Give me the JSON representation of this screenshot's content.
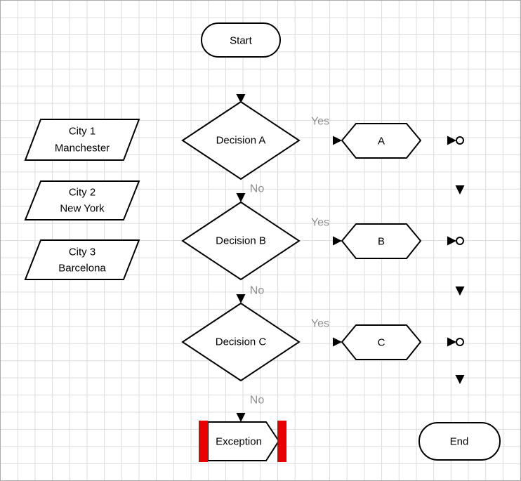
{
  "diagram": {
    "nodes": {
      "start": {
        "label": "Start"
      },
      "city1": {
        "line1": "City 1",
        "line2": "Manchester"
      },
      "city2": {
        "line1": "City 2",
        "line2": "New York"
      },
      "city3": {
        "line1": "City 3",
        "line2": "Barcelona"
      },
      "decision_a": {
        "label": "Decision A"
      },
      "decision_b": {
        "label": "Decision B"
      },
      "decision_c": {
        "label": "Decision C"
      },
      "result_a": {
        "label": "A"
      },
      "result_b": {
        "label": "B"
      },
      "result_c": {
        "label": "C"
      },
      "exception": {
        "label": "Exception"
      },
      "end": {
        "label": "End"
      }
    },
    "edge_labels": {
      "a_yes": "Yes",
      "a_no": "No",
      "b_yes": "Yes",
      "b_no": "No",
      "c_yes": "Yes",
      "c_no": "No"
    },
    "colors": {
      "stroke": "#000000",
      "edge_label_gray": "#8f8f8f",
      "exception_red": "#e80000",
      "grid_line": "#dcdcdc"
    }
  }
}
